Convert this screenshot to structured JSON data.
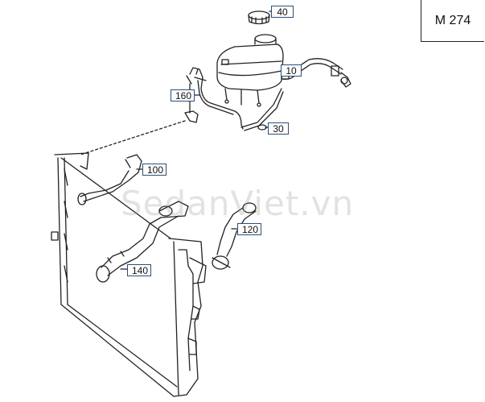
{
  "model_label": "M 274",
  "watermark": "SedanViet.vn",
  "callouts": [
    {
      "id": "40",
      "label": "40"
    },
    {
      "id": "10",
      "label": "10"
    },
    {
      "id": "160",
      "label": "160"
    },
    {
      "id": "30",
      "label": "30"
    },
    {
      "id": "100",
      "label": "100"
    },
    {
      "id": "120",
      "label": "120"
    },
    {
      "id": "140",
      "label": "140"
    }
  ],
  "colors": {
    "line": "#222222",
    "callout_border": "#2b4f7a"
  }
}
